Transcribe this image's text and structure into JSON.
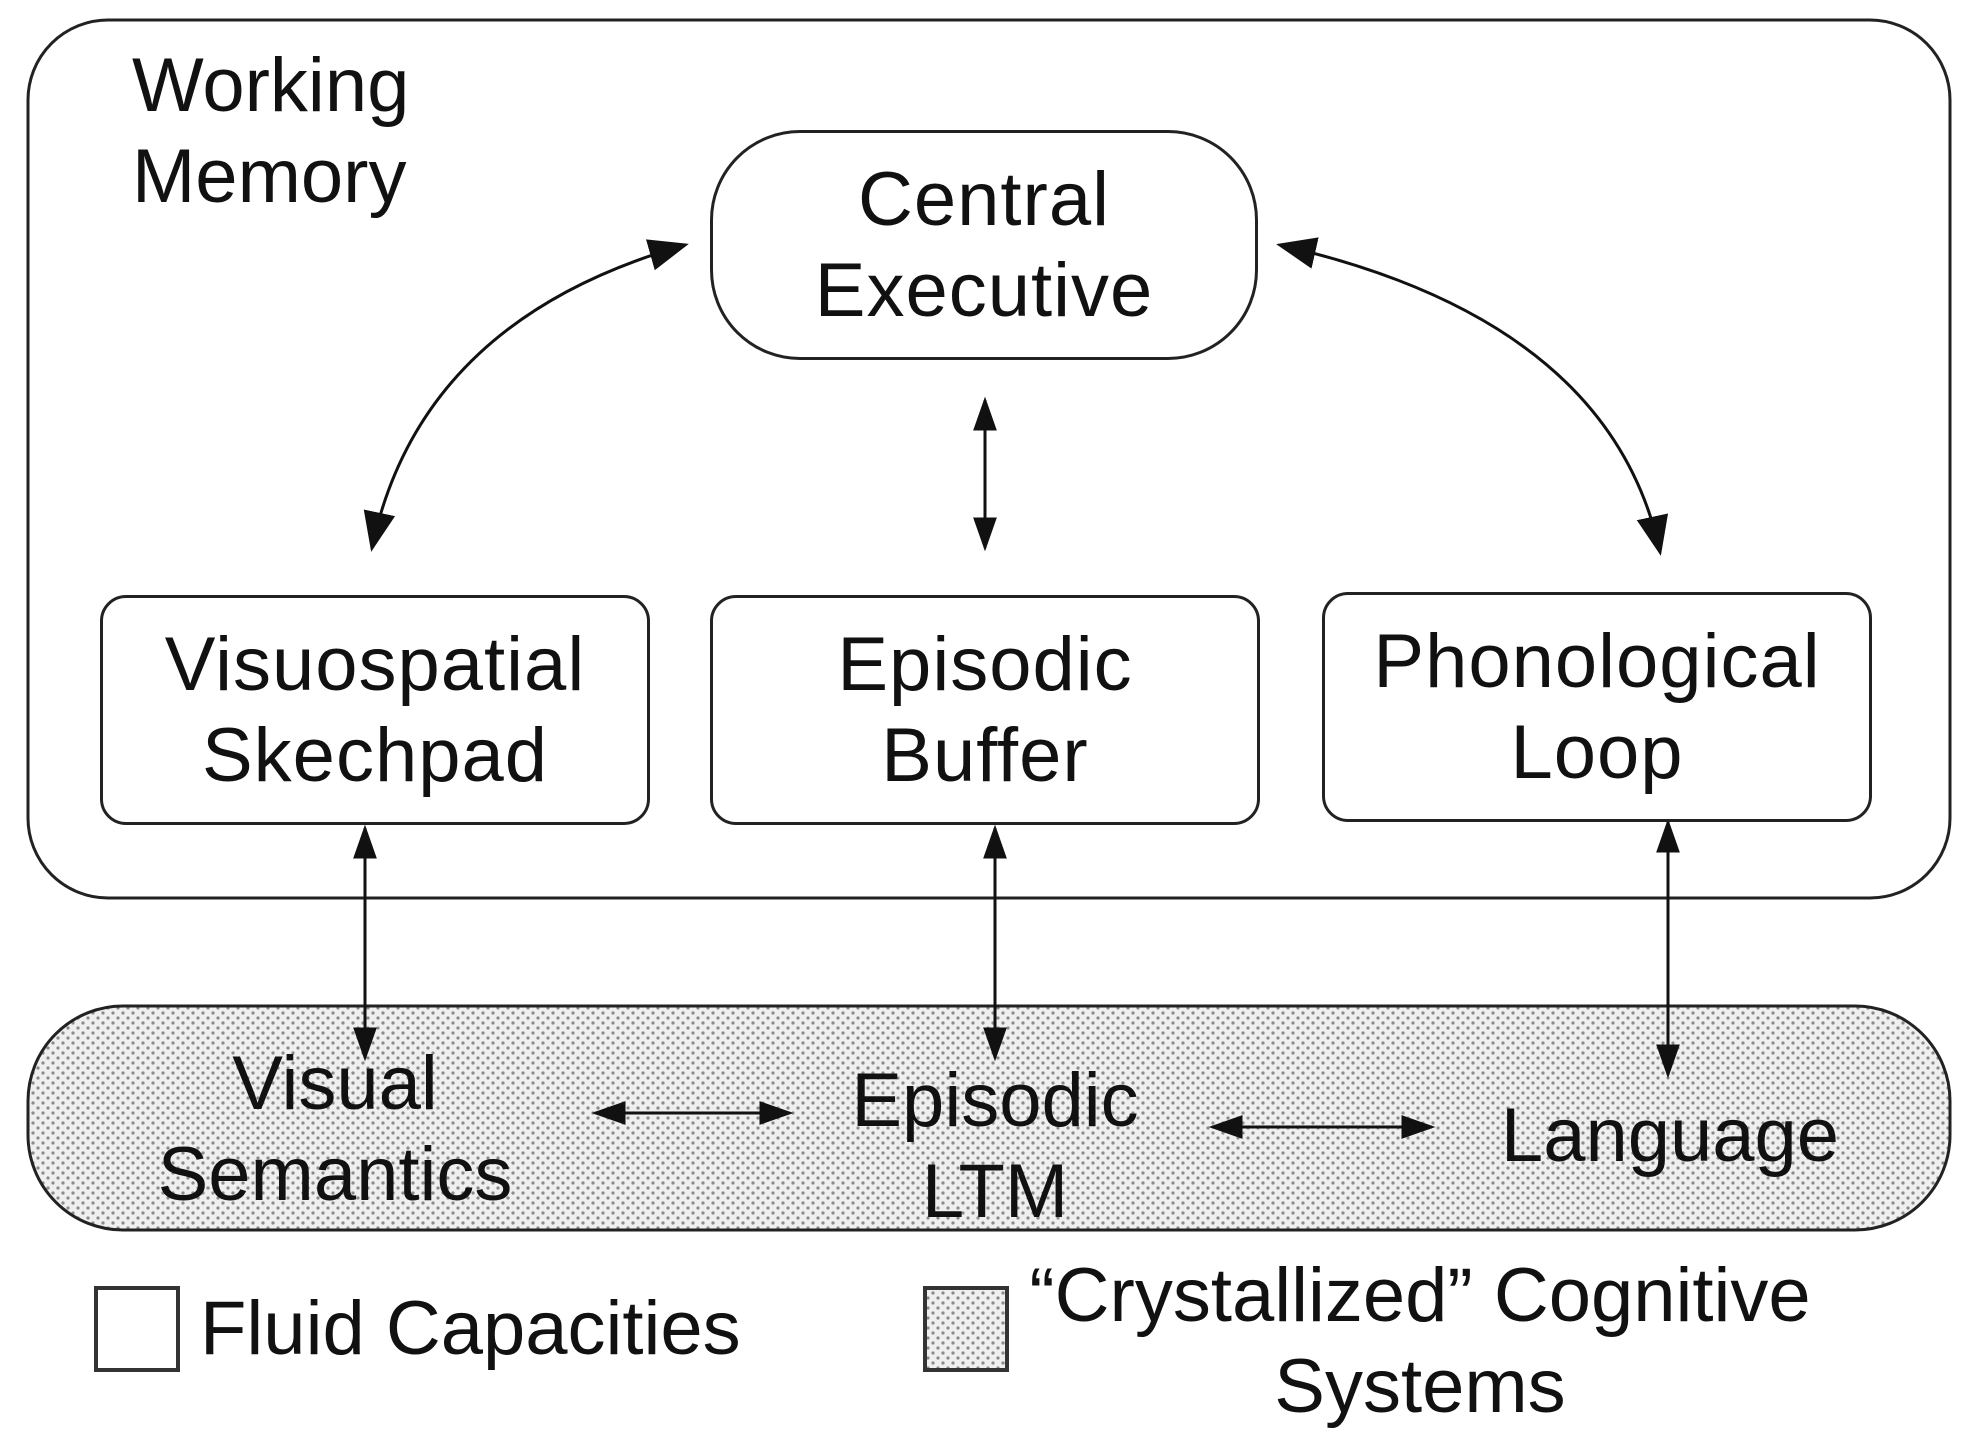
{
  "working_memory": {
    "label_line1": "Working",
    "label_line2": "Memory"
  },
  "central_executive": {
    "line1": "Central",
    "line2": "Executive"
  },
  "components": {
    "visuospatial": {
      "line1": "Visuospatial",
      "line2": "Skechpad"
    },
    "episodic_buffer": {
      "line1": "Episodic",
      "line2": "Buffer"
    },
    "phonological": {
      "line1": "Phonological",
      "line2": "Loop"
    }
  },
  "ltm": {
    "visual_semantics": {
      "line1": "Visual",
      "line2": "Semantics"
    },
    "episodic_ltm": {
      "line1": "Episodic",
      "line2": "LTM"
    },
    "language": {
      "line1": "Language"
    }
  },
  "legend": {
    "fluid": "Fluid Capacities",
    "crystallized_line1": "“Crystallized” Cognitive",
    "crystallized_line2": "Systems"
  },
  "colors": {
    "stroke": "#222222",
    "stipple_bg": "#efefef",
    "stipple_dot": "#8a8a8a"
  }
}
